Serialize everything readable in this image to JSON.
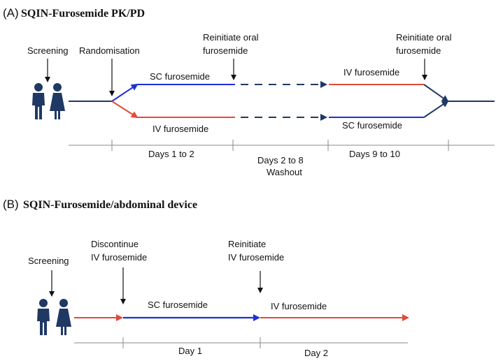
{
  "panel_a": {
    "prefix": "(A)",
    "title": "SQIN-Furosemide PK/PD",
    "screening": "Screening",
    "randomisation": "Randomisation",
    "reinitiate_1": [
      "Reinitiate oral",
      "furosemide"
    ],
    "reinitiate_2": [
      "Reinitiate oral",
      "furosemide"
    ],
    "arm_top_left": "SC furosemide",
    "arm_bottom_left": "IV furosemide",
    "arm_top_right": "IV furosemide",
    "arm_bottom_right": "SC furosemide",
    "period_1": "Days 1 to 2",
    "period_2": [
      "Days 2 to 8",
      "Washout"
    ],
    "period_3": "Days 9 to 10"
  },
  "panel_b": {
    "prefix": "(B)",
    "title": "SQIN-Furosemide/abdominal device",
    "screening": "Screening",
    "discontinue": [
      "Discontinue",
      "IV furosemide"
    ],
    "reinitiate": [
      "Reinitiate",
      "IV furosemide"
    ],
    "sc_label": "SC furosemide",
    "iv_label": "IV furosemide",
    "period_1": "Day 1",
    "period_2": "Day 2"
  },
  "colors": {
    "navy": "#1f3864",
    "blue": "#1f2fd6",
    "red": "#e04a3a",
    "axis": "#8a8a8a",
    "person": "#1f3864"
  }
}
